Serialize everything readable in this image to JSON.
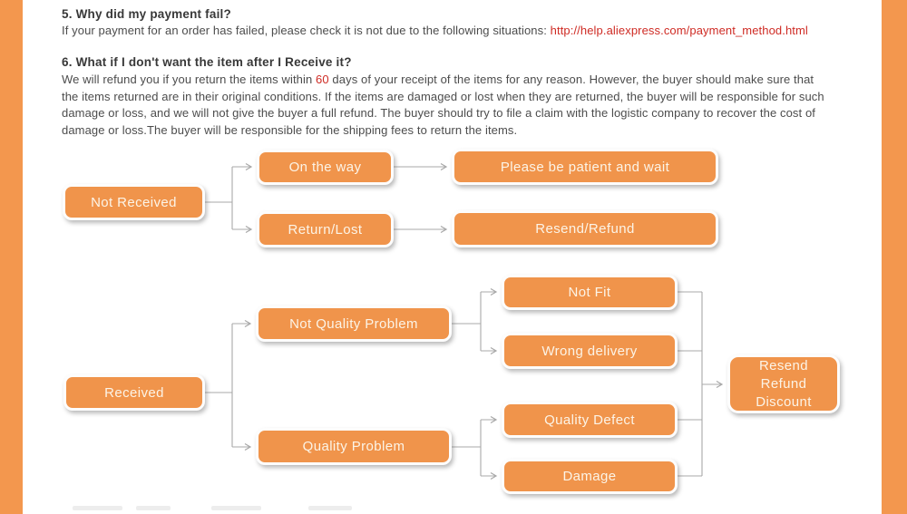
{
  "colors": {
    "accent_orange": "#F0944B",
    "side_bar_orange": "#F3974E",
    "link_red": "#CF2B24",
    "connector_gray": "#A8A8A8",
    "heading_text": "#383838",
    "body_text": "#4C4C4C",
    "node_text": "#FCF4E7"
  },
  "faq": {
    "q5_heading": "5. Why did my payment fail?",
    "q5_body": "If your payment for an order has failed, please check it is not due to the following  situations: ",
    "q5_link": "http://help.aliexpress.com/payment_method.html",
    "q6_heading": "6. What if I don't want the item after I Receive it?",
    "q6_body_before": "We will refund you if you return the items within ",
    "q6_days": "60",
    "q6_body_after": " days of your receipt of the items for any reason. However, the buyer should make sure that the items returned are in their original conditions.  If the items are damaged or lost when they are returned, the buyer will be responsible for such damage or loss, and we will not give the buyer a full refund.  The buyer should try to file a claim with the logistic company to recover the cost of damage or loss.The buyer will be responsible for the shipping fees to return the items."
  },
  "flowchart": {
    "nodes": {
      "not_received": "Not Received",
      "on_the_way": "On the way",
      "return_lost": "Return/Lost",
      "patient_wait": "Please be patient and wait",
      "resend_refund": "Resend/Refund",
      "received": "Received",
      "not_quality_problem": "Not Quality Problem",
      "quality_problem": "Quality Problem",
      "not_fit": "Not Fit",
      "wrong_delivery": "Wrong delivery",
      "quality_defect": "Quality Defect",
      "damage": "Damage",
      "outcome_line1": "Resend",
      "outcome_line2": "Refund",
      "outcome_line3": "Discount"
    }
  }
}
